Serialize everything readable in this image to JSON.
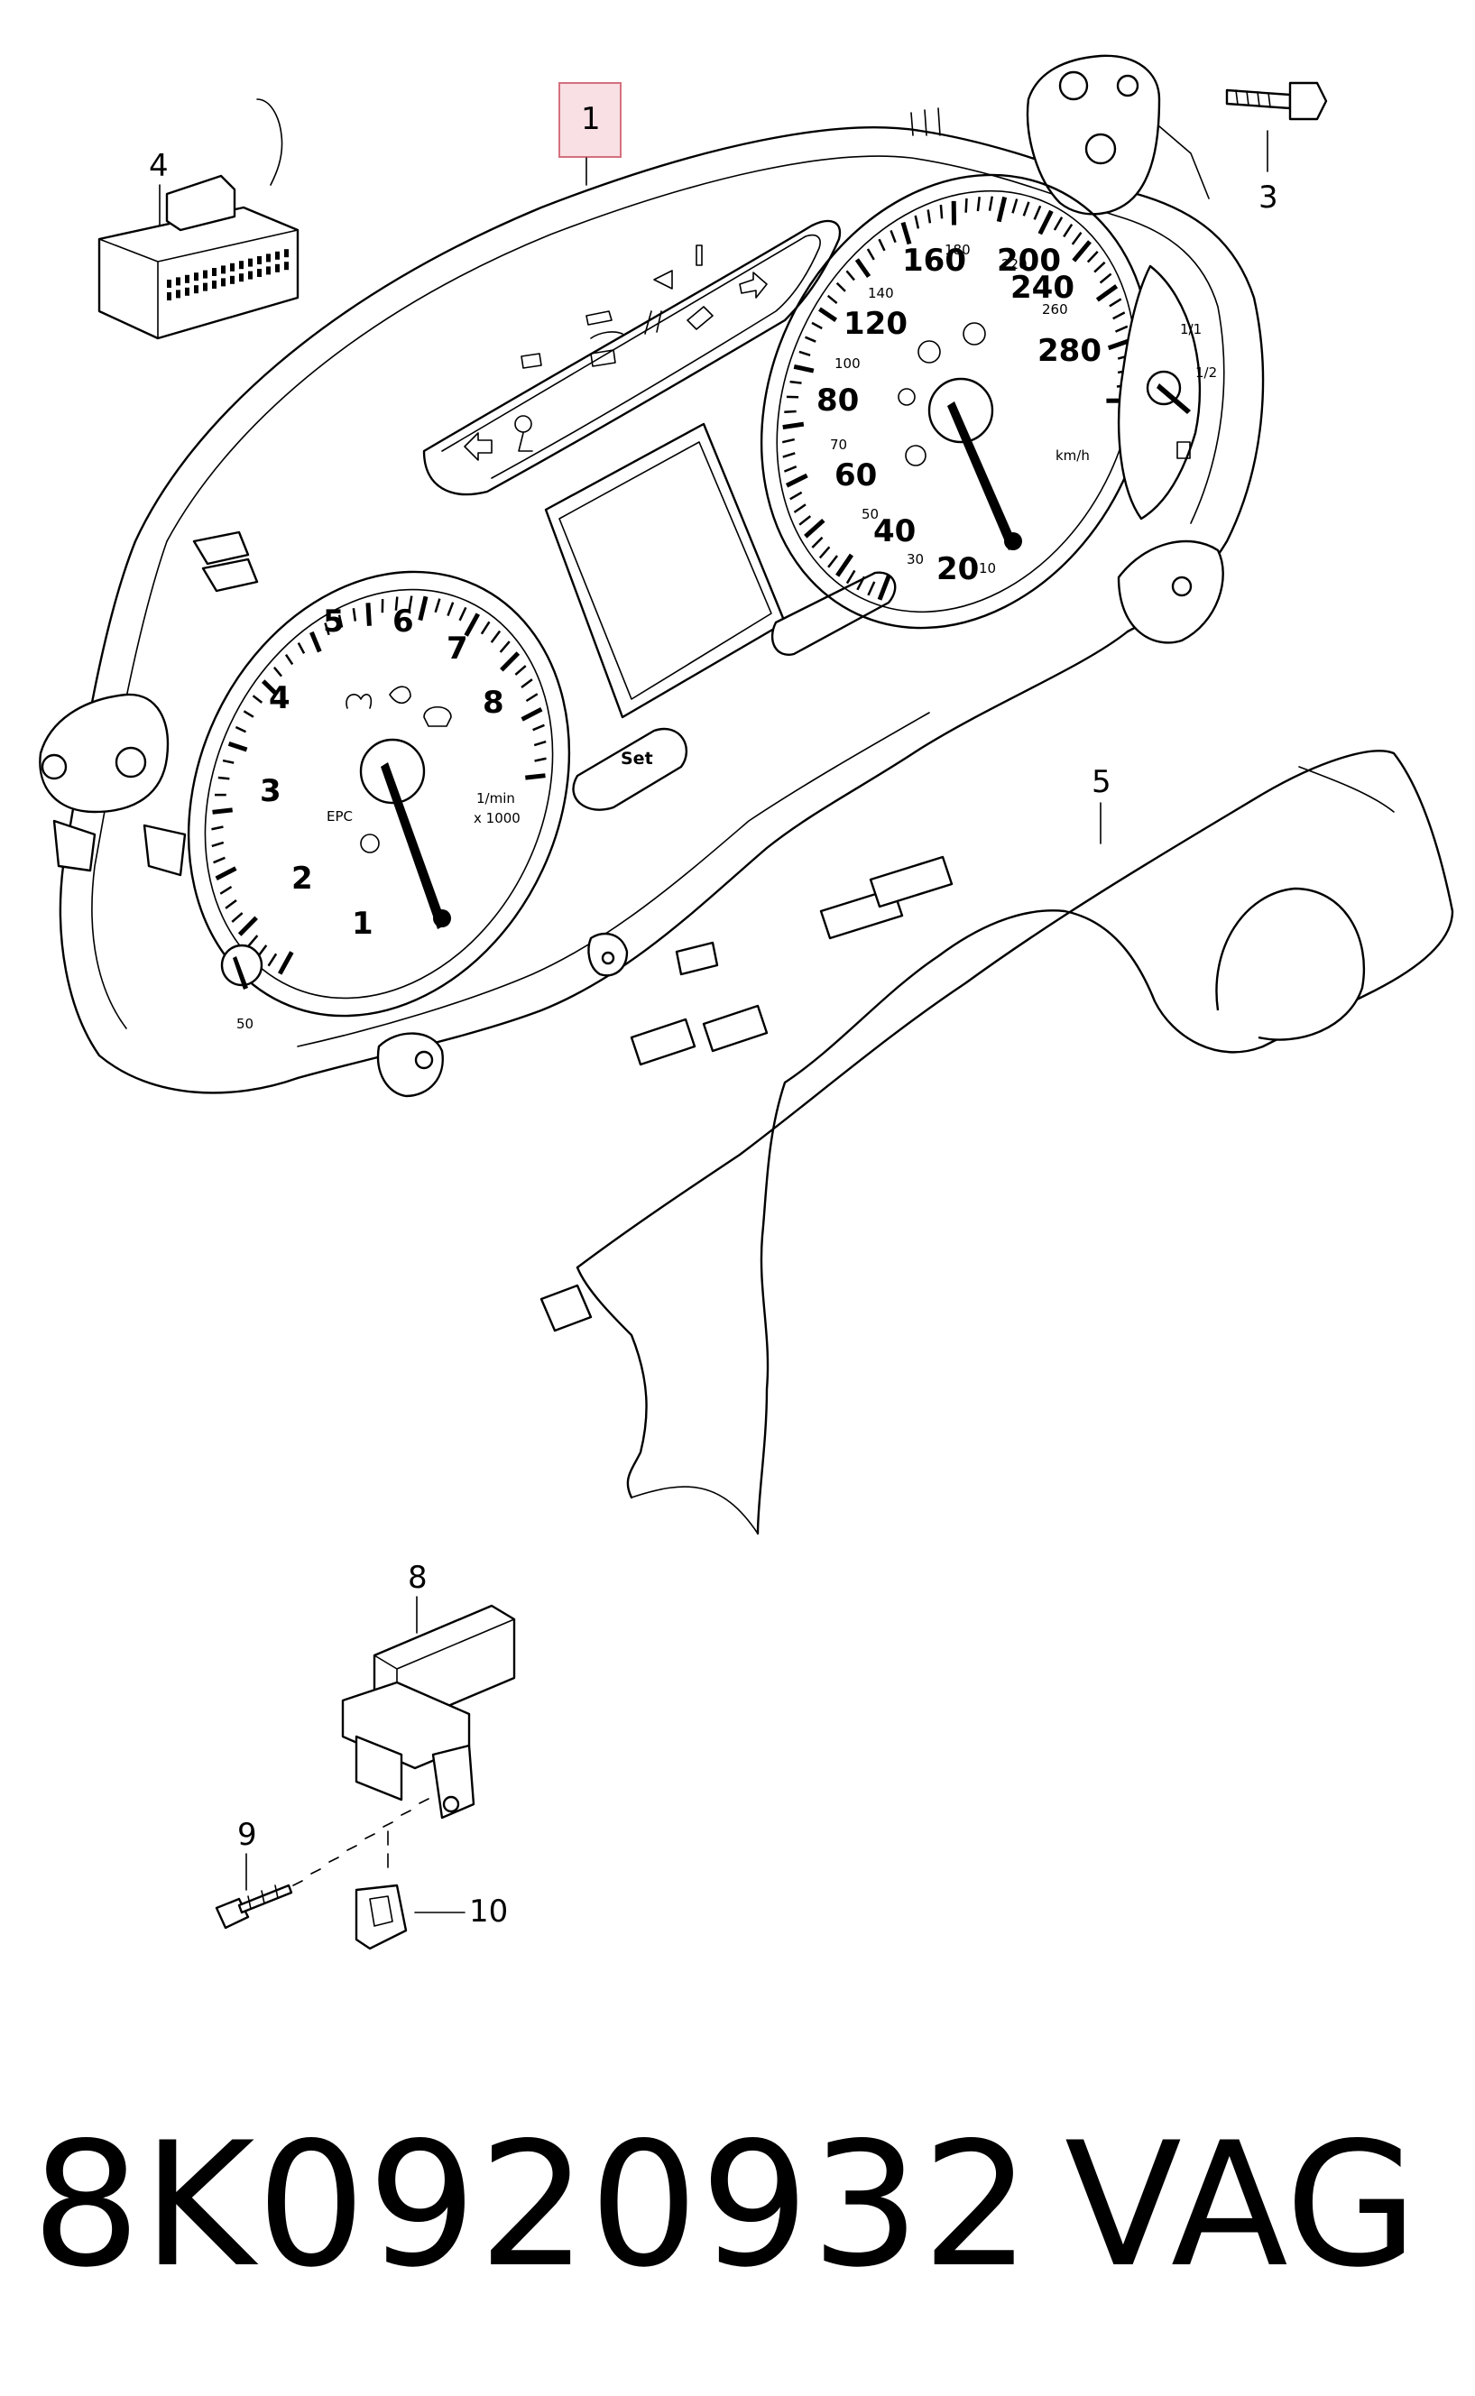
{
  "callouts": {
    "c1": "1",
    "c3": "3",
    "c4": "4",
    "c5": "5",
    "c8": "8",
    "c9": "9",
    "c10": "10"
  },
  "tacho": {
    "numbers": [
      "1",
      "2",
      "3",
      "4",
      "5",
      "6",
      "7",
      "8"
    ],
    "unit_line1": "1/min",
    "unit_line2": "x 1000",
    "epc": "EPC"
  },
  "speedo": {
    "major": [
      "20",
      "40",
      "60",
      "80",
      "120",
      "160",
      "200",
      "240",
      "280"
    ],
    "minor": [
      "10",
      "30",
      "50",
      "70",
      "100",
      "140",
      "180",
      "220",
      "260"
    ],
    "unit": "km/h"
  },
  "fuel": {
    "full": "1/1",
    "half": "1/2"
  },
  "temp_gauge": {
    "mark": "50"
  },
  "buttons": {
    "set": "Set"
  },
  "footer": {
    "part_number": "8K0920932",
    "brand": "VAG"
  },
  "colors": {
    "callout_box_fill": "#f8e0e4",
    "callout_box_stroke": "#d4707e"
  }
}
